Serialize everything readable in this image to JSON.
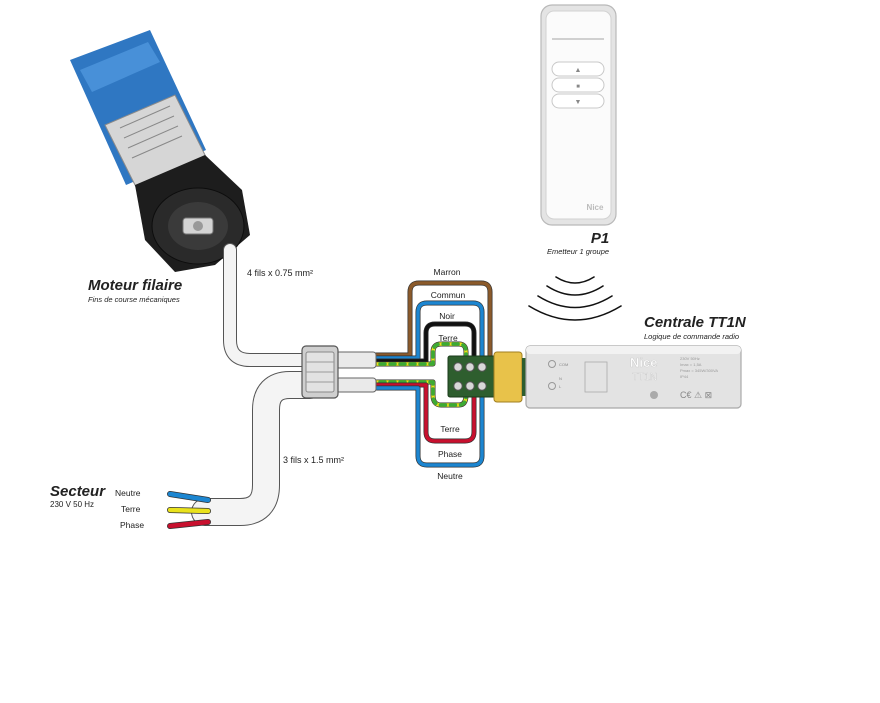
{
  "motor": {
    "title": "Moteur filaire",
    "subtitle": "Fins de course mécaniques"
  },
  "remote": {
    "title": "P1",
    "subtitle": "Emetteur 1 groupe",
    "brand": "Nice",
    "buttons": [
      "▲",
      "■",
      "▼"
    ]
  },
  "control": {
    "title": "Centrale TT1N",
    "subtitle": "Logique de commande radio",
    "brand": "Nice",
    "model": "TT1N",
    "marks": "C€ ⚠ ⊠",
    "specs": [
      "230V 50Hz",
      "Imax = 1,5A",
      "Pmax = 345W/300VA",
      "IP44"
    ],
    "port_labels": [
      "COM",
      "N",
      "L"
    ]
  },
  "cable_motor": "4 fils x 0.75 mm²",
  "cable_mains": "3 fils x 1.5 mm²",
  "mains": {
    "title": "Secteur",
    "subtitle": "230 V 50 Hz",
    "wires": [
      "Neutre",
      "Terre",
      "Phase"
    ]
  },
  "wires_top": [
    "Marron",
    "Commun",
    "Noir",
    "Terre"
  ],
  "wires_bottom": [
    "Terre",
    "Phase",
    "Neutre"
  ],
  "colors": {
    "brown": "#8B5A2B",
    "blue": "#1C86D1",
    "black": "#111111",
    "yellow": "#E9E21C",
    "green": "#3BAA35",
    "red": "#C8102E",
    "motor_blue": "#2F77C2",
    "terminal_green": "#2E5E2E"
  }
}
